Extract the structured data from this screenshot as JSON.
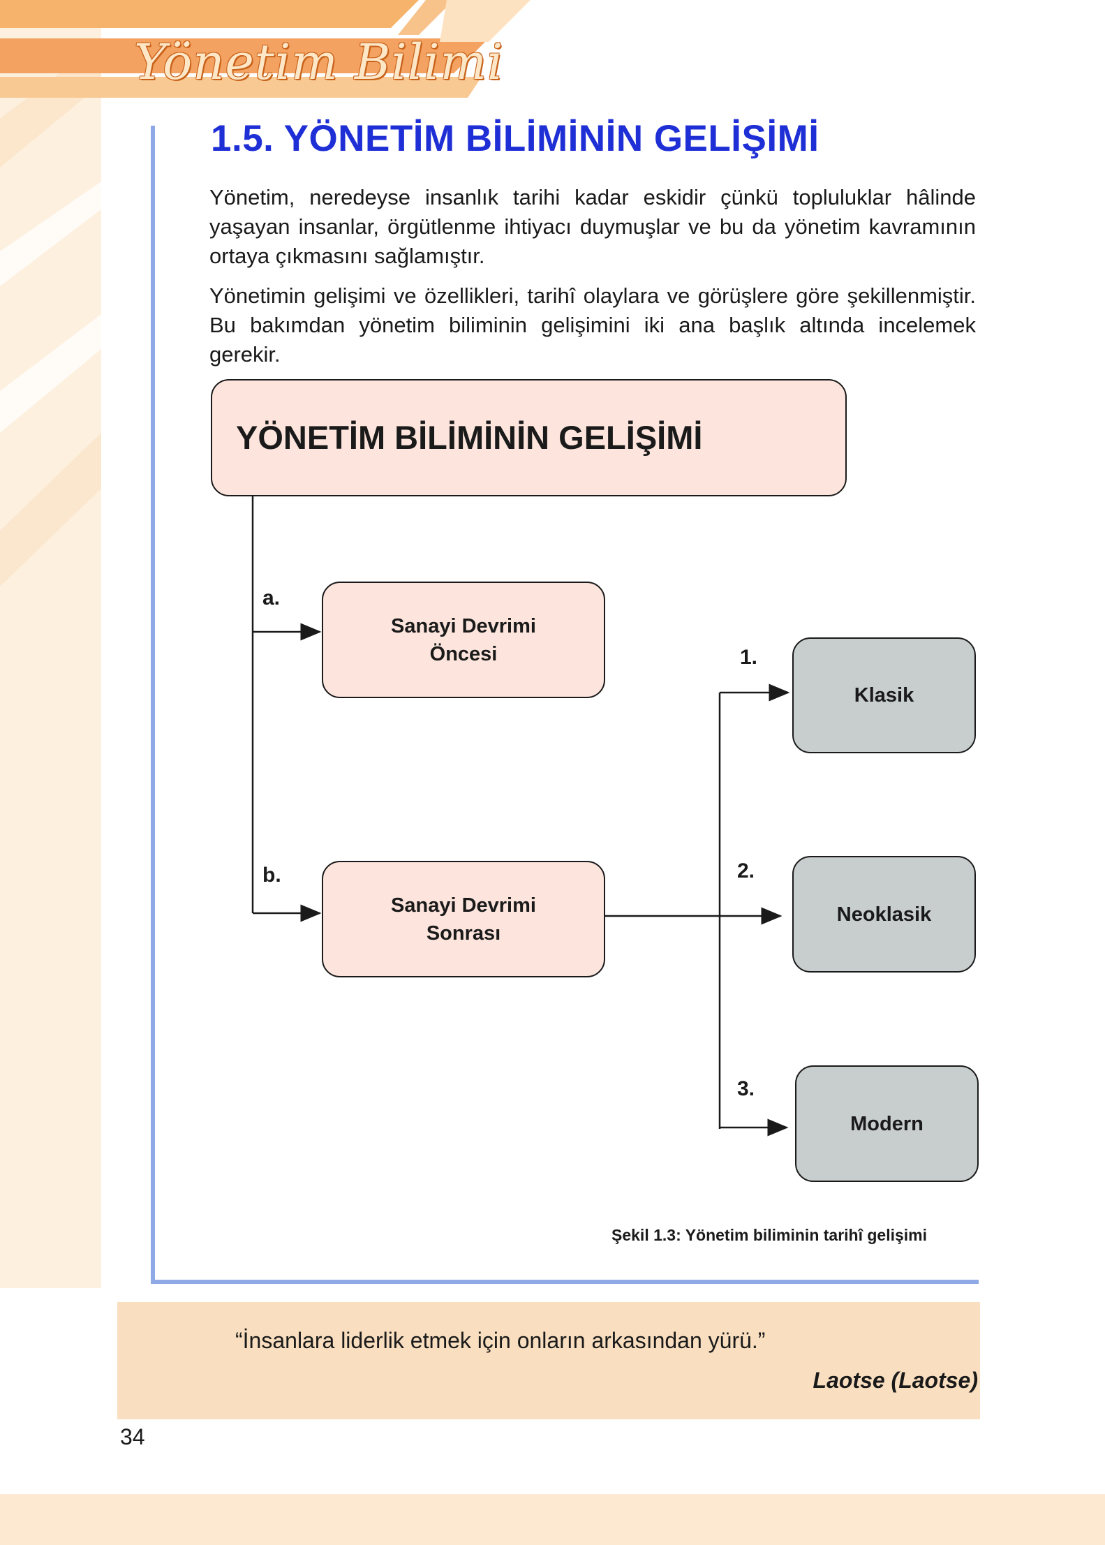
{
  "header": {
    "running_title": "Yönetim Bilimi"
  },
  "section": {
    "title": "1.5. YÖNETİM BİLİMİNİN GELİŞİMİ"
  },
  "paragraphs": [
    "Yönetim, neredeyse insanlık tarihi kadar eskidir çünkü topluluklar hâlinde yaşayan insanlar, örgütlenme ihtiyacı duymuşlar ve bu da yönetim kavramının ortaya çıkmasını sağlamıştır.",
    "Yönetimin gelişimi ve özellikleri, tarihî olaylara ve görüşlere göre şekillenmiştir. Bu bakımdan yönetim biliminin gelişimini iki ana başlık altında incelemek gerekir."
  ],
  "diagram": {
    "main": "YÖNETİM BİLİMİNİN GELİŞİMİ",
    "branches": [
      {
        "marker": "a.",
        "label": "Sanayi Devrimi Öncesi"
      },
      {
        "marker": "b.",
        "label": "Sanayi Devrimi Sonrası"
      }
    ],
    "approaches": [
      {
        "marker": "1.",
        "label": "Klasik"
      },
      {
        "marker": "2.",
        "label": "Neoklasik"
      },
      {
        "marker": "3.",
        "label": "Modern"
      }
    ],
    "caption": "Şekil 1.3: Yönetim biliminin tarihî gelişimi"
  },
  "quote": {
    "text": "“İnsanlara liderlik etmek için onların arkasından yürü.”",
    "author": "Laotse (Laotse)"
  },
  "page_number": "34",
  "colors": {
    "title_blue": "#1f2fd6",
    "orange": "#f4a261",
    "pink_box": "#fde5dd",
    "gray_box": "#c8cdcd",
    "frame_blue": "#8fa8e6",
    "quote_band": "#f9dfc0"
  }
}
